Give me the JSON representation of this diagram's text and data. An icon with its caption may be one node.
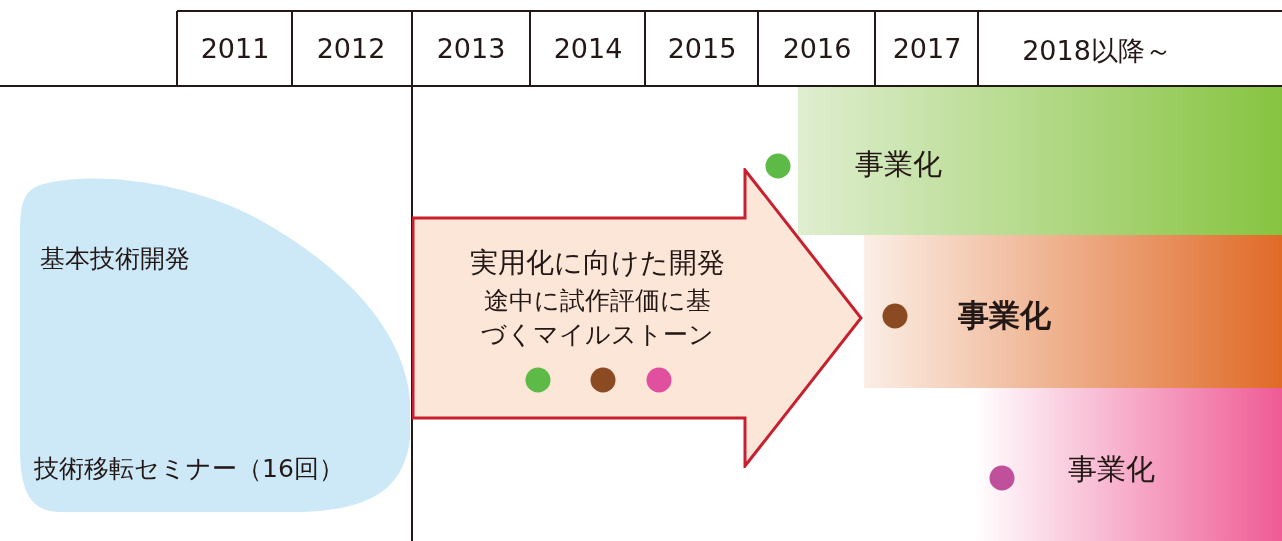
{
  "diagram": {
    "nodes": [
      {
        "text": [
          "基本技術開発",
          "技術移転セミナー（16回）"
        ]
      },
      {
        "text": [
          "実用化に向けた開発",
          "途中に試作評価に基づくマイルストーン"
        ]
      },
      {
        "text": [
          "事業化"
        ]
      },
      {
        "text": [
          "事業化"
        ]
      },
      {
        "text": [
          "事業化"
        ]
      }
    ],
    "labels": [
      "2011",
      "2012",
      "2013",
      "2014",
      "2015",
      "2016",
      "2017",
      "2018以降～"
    ]
  }
}
